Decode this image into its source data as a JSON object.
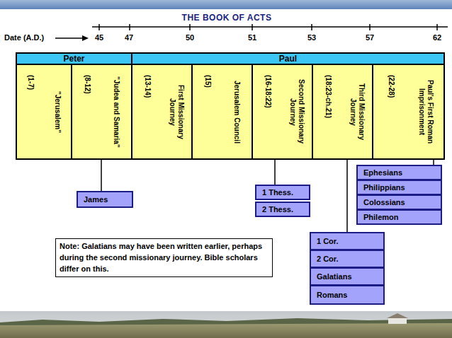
{
  "diagram": {
    "title": "THE BOOK OF ACTS",
    "nodes": [
      {
        "text": [
          "Peter"
        ]
      },
      {
        "text": [
          "Paul"
        ]
      },
      {
        "text": [
          "(1-7)",
          "\"Jerusalem\""
        ]
      },
      {
        "text": [
          "(8-12)",
          "\"Judea and Samaria\""
        ]
      },
      {
        "text": [
          "(13-14)",
          "First Missionary Journey"
        ]
      },
      {
        "text": [
          "(15)",
          "Jerusalem Council"
        ]
      },
      {
        "text": [
          "(16-18:22)",
          "Second Missionary Journey"
        ]
      },
      {
        "text": [
          "(18:23-ch.21)",
          "Third Missionary Journey"
        ]
      },
      {
        "text": [
          "(22-28)",
          "Paul's First Roman Imprisonment"
        ]
      },
      {
        "text": [
          "James"
        ]
      },
      {
        "text": [
          "1 Thess."
        ]
      },
      {
        "text": [
          "2 Thess."
        ]
      },
      {
        "text": [
          "Ephesians"
        ]
      },
      {
        "text": [
          "Philippians"
        ]
      },
      {
        "text": [
          "Colossians"
        ]
      },
      {
        "text": [
          "Philemon"
        ]
      },
      {
        "text": [
          "Note: Galatians may have been written earlier, perhaps during the second missionary journey. Bible scholars differ on this."
        ]
      },
      {
        "text": [
          "1 Cor."
        ]
      },
      {
        "text": [
          "2 Cor."
        ]
      },
      {
        "text": [
          "Galatians"
        ]
      },
      {
        "text": [
          "Romans"
        ]
      }
    ],
    "edges": [
      {
        "from": 3,
        "to": 9,
        "arrow": "none"
      },
      {
        "from": 6,
        "to": 10,
        "arrow": "none"
      },
      {
        "from": 8,
        "to": 12,
        "arrow": "none"
      },
      {
        "from": 7,
        "to": 17,
        "arrow": "none"
      }
    ],
    "labels": [
      "Date (A.D.)",
      "45",
      "47",
      "50",
      "51",
      "53",
      "57",
      "62"
    ]
  }
}
